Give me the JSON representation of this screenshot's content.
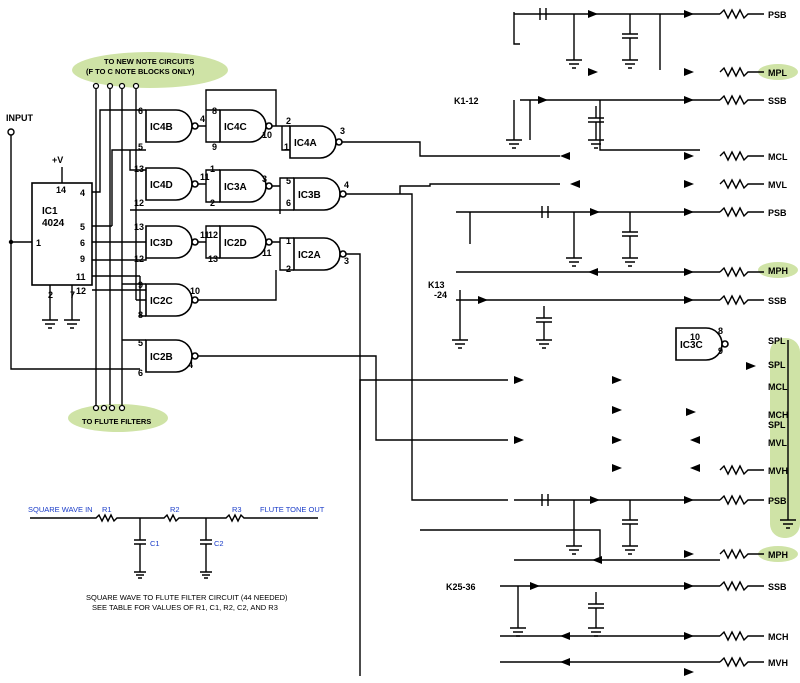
{
  "labels": {
    "input": "INPUT",
    "vplus": "+V",
    "ic1_name": "IC1",
    "ic1_part": "4024",
    "new_note_1": "TO NEW NOTE CIRCUITS",
    "new_note_2": "(F TO C NOTE BLOCKS ONLY)",
    "flute_filters": "TO FLUTE FILTERS",
    "k1": "K1-12",
    "k13": "K13",
    "k13b": "-24",
    "k25": "K25-36"
  },
  "gates": [
    "IC4B",
    "IC4C",
    "IC4A",
    "IC4D",
    "IC3A",
    "IC3B",
    "IC3D",
    "IC2D",
    "IC2A",
    "IC2C",
    "IC2B",
    "IC3C"
  ],
  "outputs": [
    "PSB",
    "MPL",
    "SSB",
    "MCL",
    "MVL",
    "PSB",
    "MPH",
    "SSB",
    "SPL",
    "SPL",
    "MCL",
    "MCH",
    "SPL",
    "MVL",
    "MVH",
    "PSB",
    "MPH",
    "SSB",
    "MCH",
    "MVH"
  ],
  "filter": {
    "in": "SQUARE WAVE IN",
    "out": "FLUTE TONE OUT",
    "r1": "R1",
    "r2": "R2",
    "r3": "R3",
    "c1": "C1",
    "c2": "C2",
    "caption1": "SQUARE WAVE TO FLUTE FILTER CIRCUIT (44 NEEDED)",
    "caption2": "SEE TABLE FOR VALUES OF R1, C1, R2, C2, AND R3"
  },
  "colors": {
    "highlight": "#cfe3a6",
    "filter_text": "#1a3cc8"
  }
}
